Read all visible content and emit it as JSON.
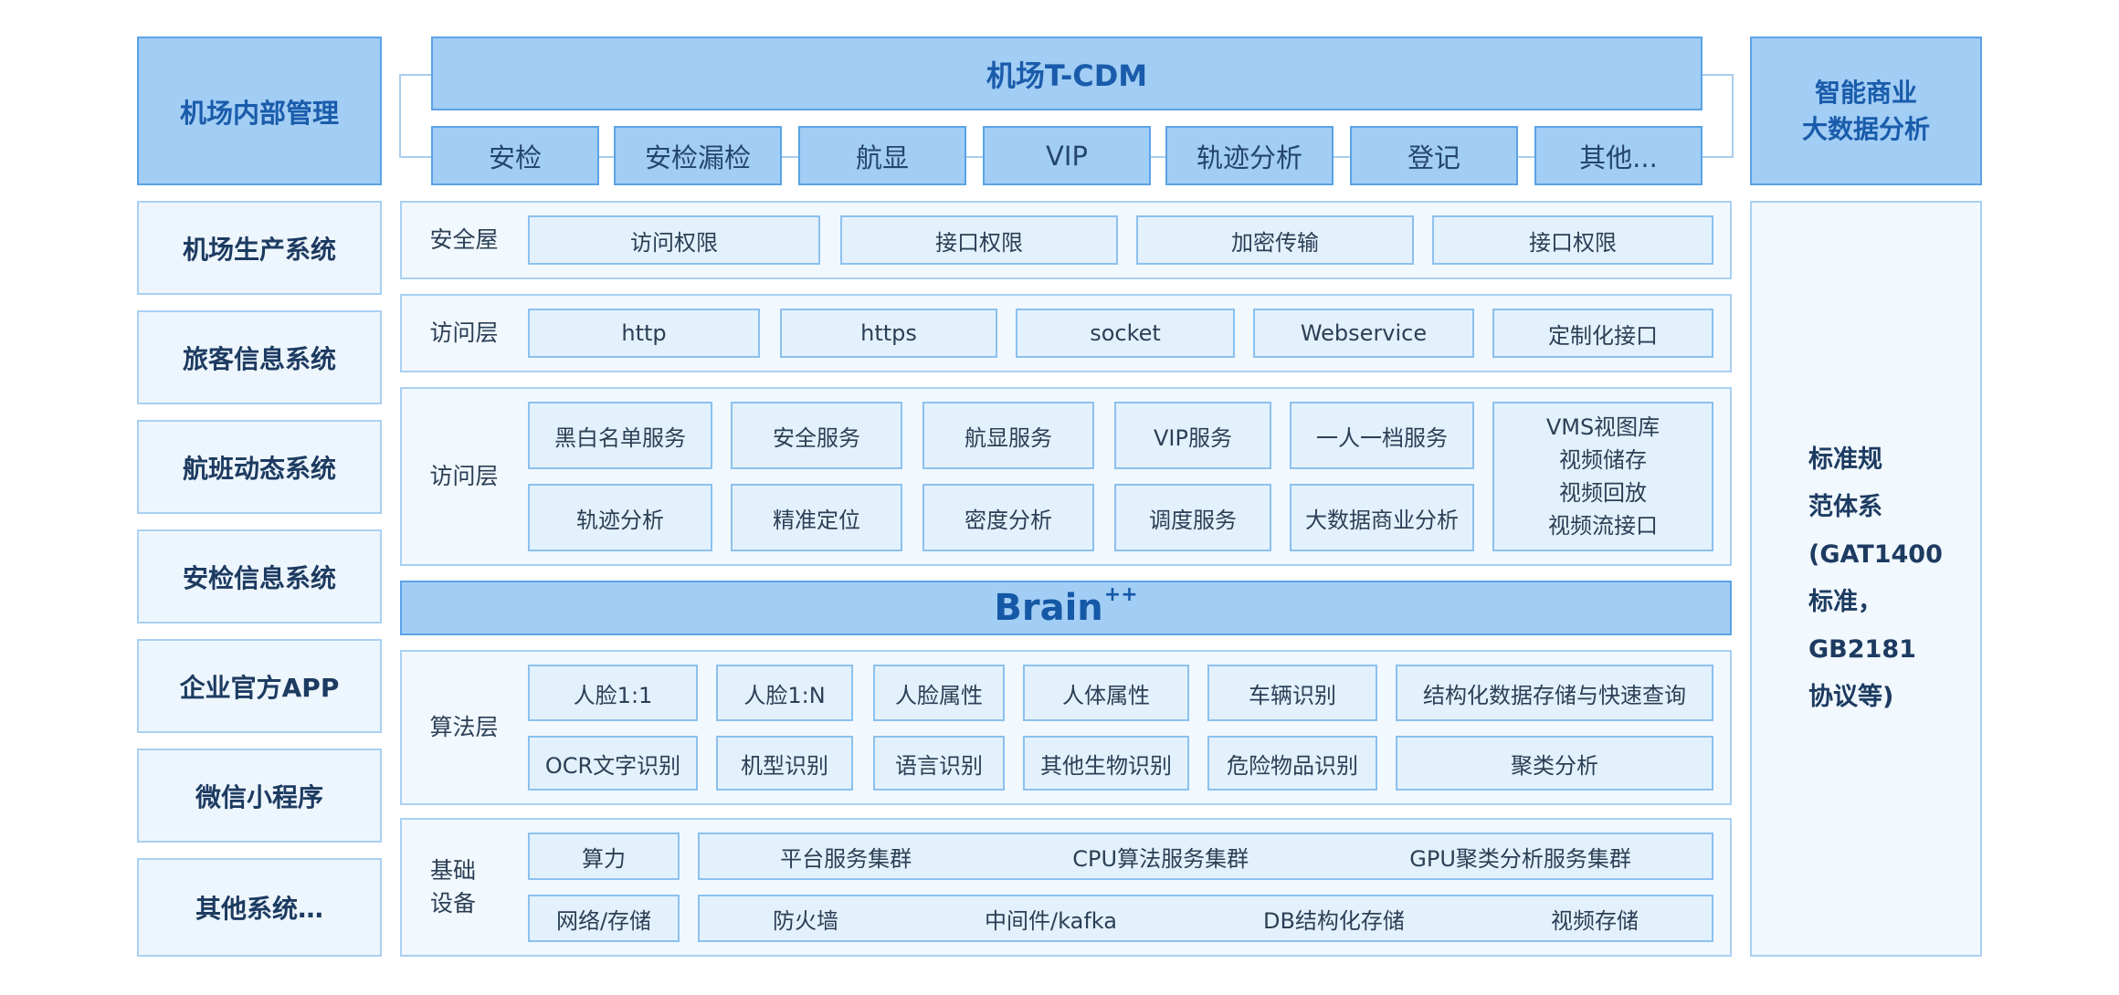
{
  "left_top": "机场内部管理",
  "right_top": [
    "智能商业",
    "大数据分析"
  ],
  "tcdm": {
    "title": "机场T-CDM",
    "tabs": [
      "安检",
      "安检漏检",
      "航显",
      "VIP",
      "轨迹分析",
      "登记",
      "其他..."
    ]
  },
  "left_systems": [
    "机场生产系统",
    "旅客信息系统",
    "航班动态系统",
    "安检信息系统",
    "企业官方APP",
    "微信小程序",
    "其他系统…"
  ],
  "security": {
    "label": "安全屋",
    "items": [
      "访问权限",
      "接口权限",
      "加密传输",
      "接口权限"
    ]
  },
  "access": {
    "label": "访问层",
    "items": [
      "http",
      "https",
      "socket",
      "Webservice",
      "定制化接口"
    ]
  },
  "service": {
    "label": "访问层",
    "row1": [
      "黑白名单服务",
      "安全服务",
      "航显服务",
      "VIP服务",
      "一人一档服务"
    ],
    "row2": [
      "轨迹分析",
      "精准定位",
      "密度分析",
      "调度服务",
      "大数据商业分析"
    ],
    "vms": [
      "VMS视图库",
      "视频储存",
      "视频回放",
      "视频流接口"
    ]
  },
  "brain": {
    "name": "Brain",
    "sup": "++"
  },
  "algo": {
    "label": "算法层",
    "row1": [
      "人脸1:1",
      "人脸1:N",
      "人脸属性",
      "人体属性",
      "车辆识别",
      "结构化数据存储与快速查询"
    ],
    "row2": [
      "OCR文字识别",
      "机型识别",
      "语言识别",
      "其他生物识别",
      "危险物品识别",
      "聚类分析"
    ]
  },
  "infra": {
    "label": [
      "基础",
      "设备"
    ],
    "compute": "算力",
    "compute_items": [
      "平台服务集群",
      "CPU算法服务集群",
      "GPU聚类分析服务集群"
    ],
    "network": "网络/存储",
    "network_items": [
      "防火墙",
      "中间件/kafka",
      "DB结构化存储",
      "视频存储"
    ]
  },
  "standard": [
    "标准规",
    "范体系",
    "(GAT1400",
    "标准，",
    "GB2181",
    "协议等)"
  ],
  "colors": {
    "header_fill": "#a2cdf4",
    "header_border": "#5aa3e6",
    "panel_fill": "#f1f8fe",
    "cell_fill": "#e3f1fd",
    "title_text": "#1a5cab"
  }
}
